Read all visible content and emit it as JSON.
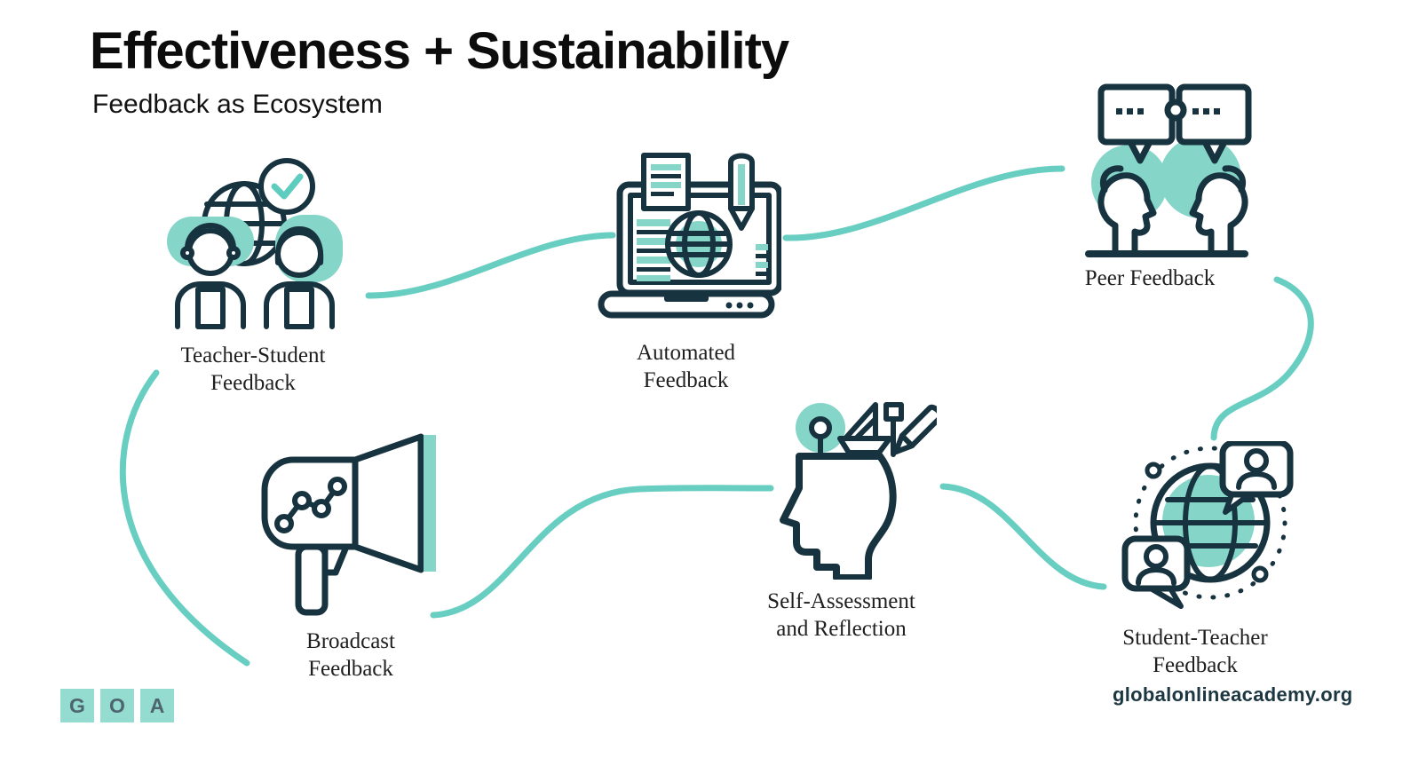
{
  "header": {
    "title": "Effectiveness + Sustainability",
    "subtitle": "Feedback as Ecosystem"
  },
  "nodes": [
    {
      "id": "teacher-student",
      "icon": "teacher-student-feedback-icon",
      "label": [
        "Teacher-Student",
        "Feedback"
      ]
    },
    {
      "id": "automated",
      "icon": "automated-feedback-icon",
      "label": [
        "Automated",
        "Feedback"
      ]
    },
    {
      "id": "peer",
      "icon": "peer-feedback-icon",
      "label": [
        "Peer Feedback"
      ]
    },
    {
      "id": "broadcast",
      "icon": "broadcast-feedback-icon",
      "label": [
        "Broadcast",
        "Feedback"
      ]
    },
    {
      "id": "self-assessment",
      "icon": "self-assessment-icon",
      "label": [
        "Self-Assessment",
        "and Reflection"
      ]
    },
    {
      "id": "student-teacher",
      "icon": "student-teacher-feedback-icon",
      "label": [
        "Student-Teacher",
        "Feedback"
      ]
    }
  ],
  "footer": {
    "logo_letters": [
      "G",
      "O",
      "A"
    ],
    "website": "globalonlineacademy.org"
  },
  "colors": {
    "teal_fill": "#85d5c8",
    "teal_connector": "#68cec1",
    "teal_check": "#5fccc0",
    "dark_outline": "#17333f",
    "title_text": "#0c0c0c",
    "label_text": "#1f1f1f",
    "logo_square": "#93dccf",
    "logo_letter": "#4e6570",
    "website_text": "#1c3642"
  }
}
